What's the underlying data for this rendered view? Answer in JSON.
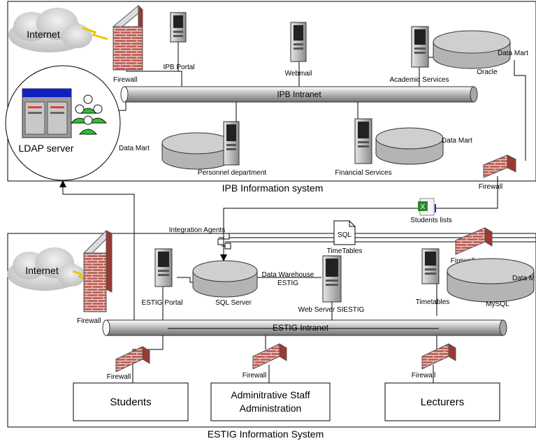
{
  "ipb": {
    "caption": "IPB Information system",
    "internet": "Internet",
    "firewall": "Firewall",
    "portal": "IPB Portal",
    "webmail": "Webmail",
    "academic": "Academic Services",
    "oracle": "Oracle",
    "data_mart": "Data Mart",
    "intranet": "IPB Intranet",
    "ldap": "LDAP server",
    "personnel": "Personnel department",
    "financial": "Financial Services"
  },
  "link": {
    "firewall": "Firewall",
    "students_lists": "Students lists"
  },
  "estig": {
    "caption": "ESTIG Information System",
    "integration_agents": "Integration Agents",
    "sql_doc": "SQL",
    "timetables_doc": "TimeTables",
    "internet": "Internet",
    "firewall": "Firewall",
    "portal": "ESTIG Portal",
    "sql_server": "SQL Server",
    "dw_line1": "Data Warehouse",
    "dw_line2": "ESTIG",
    "web_server": "Web Server SIESTIG",
    "timetables_server": "Timetables",
    "mysql": "MySQL",
    "data_mart": "Data M",
    "intranet": "ESTIG Intranet",
    "students": "Students",
    "admin_line1": "Adminitrative Staff",
    "admin_line2": "Administration",
    "lecturers": "Lecturers"
  }
}
